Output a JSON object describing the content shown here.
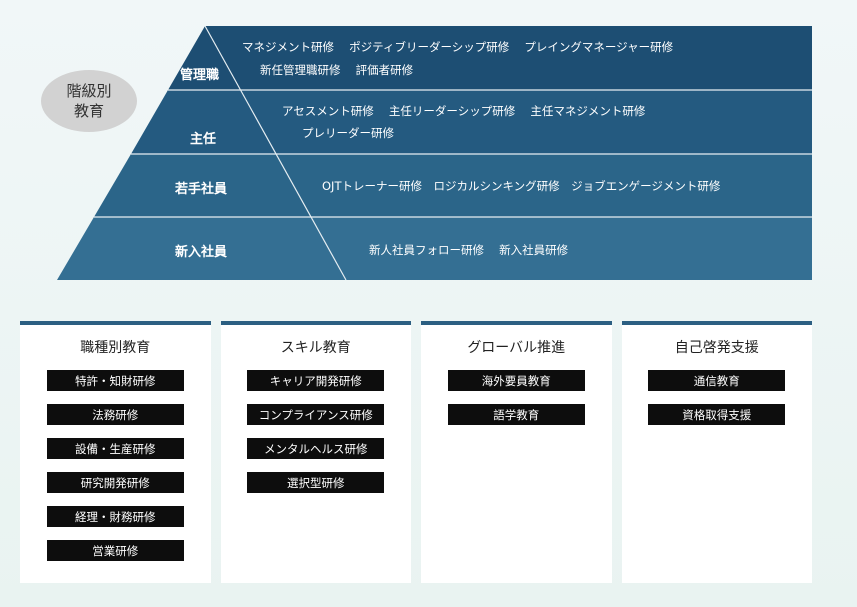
{
  "badge": {
    "line1": "階級別",
    "line2": "教育"
  },
  "tiers": [
    {
      "title": "管理職",
      "line1": "マネジメント研修　 ポジティブリーダーシップ研修　 プレイングマネージャー研修",
      "line2": "新任管理職研修　 評価者研修",
      "color": "#1d4e73"
    },
    {
      "title": "主任",
      "line1": "アセスメント研修　 主任リーダーシップ研修　 主任マネジメント研修",
      "line2": "プレリーダー研修",
      "color": "#245a80"
    },
    {
      "title": "若手社員",
      "line1": "OJTトレーナー研修　ロジカルシンキング研修　ジョブエンゲージメント研修",
      "color": "#2b6589"
    },
    {
      "title": "新入社員",
      "line1": "新人社員フォロー研修　 新入社員研修",
      "color": "#346f93"
    }
  ],
  "cards": [
    {
      "title": "職種別教育",
      "tags": [
        "特許・知財研修",
        "法務研修",
        "設備・生産研修",
        "研究開発研修",
        "経理・財務研修",
        "営業研修"
      ]
    },
    {
      "title": "スキル教育",
      "tags": [
        "キャリア開発研修",
        "コンプライアンス研修",
        "メンタルヘルス研修",
        "選択型研修"
      ]
    },
    {
      "title": "グローバル推進",
      "tags": [
        "海外要員教育",
        "語学教育"
      ]
    },
    {
      "title": "自己啓発支援",
      "tags": [
        "通信教育",
        "資格取得支援"
      ]
    }
  ]
}
